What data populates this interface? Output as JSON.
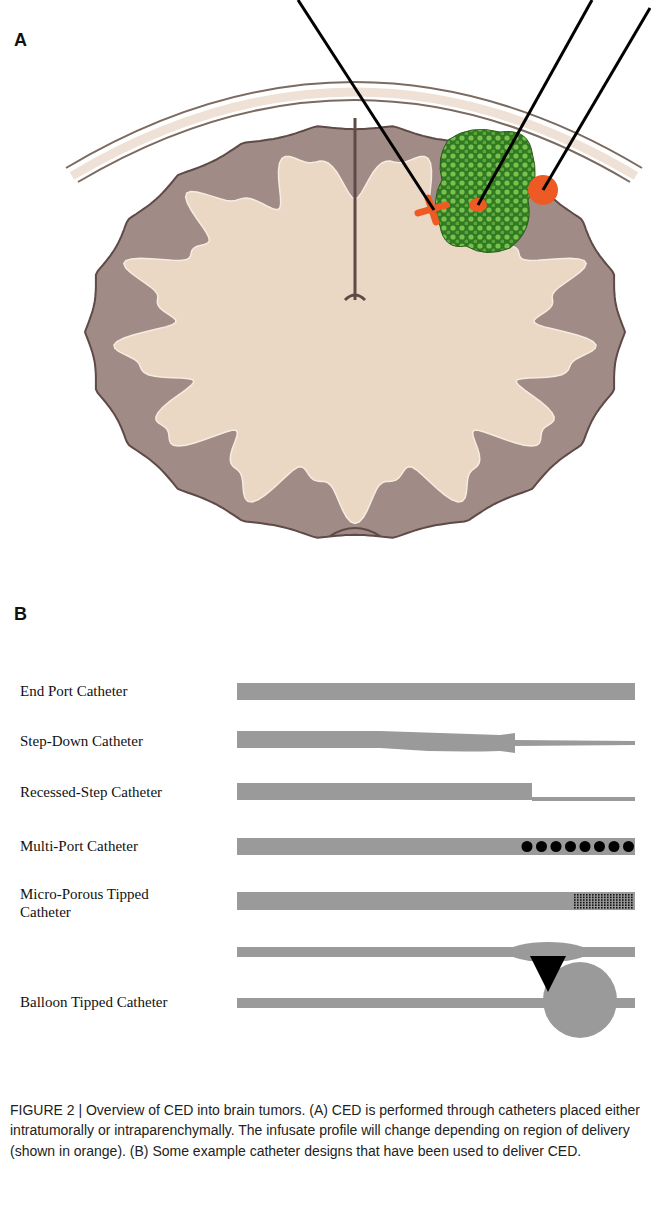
{
  "diagram": {
    "caption": "FIGURE 2 | Overview of CED into brain tumors. (A) CED is performed through catheters placed either intratumorally or intraparenchymally. The infusate profile will change depending on region of delivery (shown in orange). (B) Some example catheter designs that have been used to deliver CED.",
    "labels": [
      "A",
      "B",
      "End Port Catheter",
      "Step-Down Catheter",
      "Recessed-Step Catheter",
      "Multi-Port Catheter",
      "Micro-Porous Tipped Catheter",
      "Balloon Tipped Catheter"
    ]
  }
}
